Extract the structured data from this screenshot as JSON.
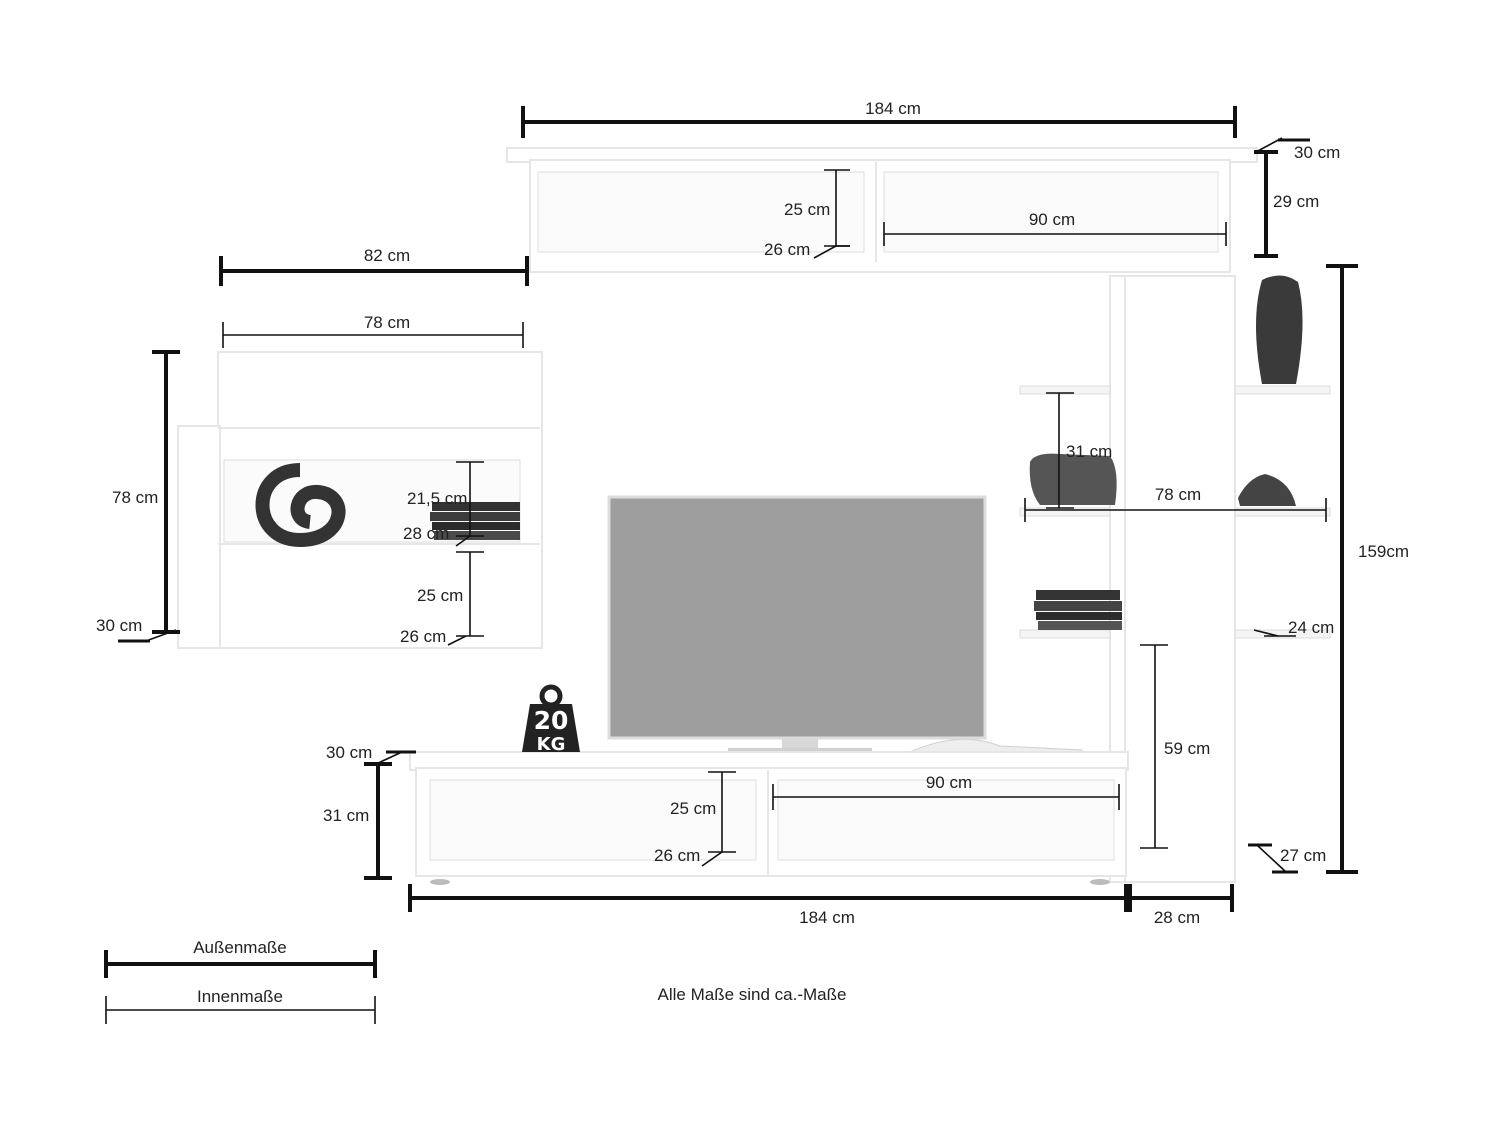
{
  "title": "",
  "note": "Alle Maße sind ca.-Maße",
  "legend": {
    "outer": "Außenmaße",
    "inner": "Innenmaße"
  },
  "load_badge": {
    "value": "20",
    "unit": "KG"
  },
  "dimensions": {
    "top_width": "184 cm",
    "top_depth": "30 cm",
    "top_height": "29 cm",
    "top_inner_height": "25 cm",
    "top_inner_depth": "26 cm",
    "top_inner_width": "90 cm",
    "wall_width": "82 cm",
    "wall_inner_width": "78 cm",
    "wall_height": "78 cm",
    "wall_depth": "30 cm",
    "wall_shelf_height": "21,5 cm",
    "wall_shelf_depth": "28 cm",
    "wall_lower_height": "25 cm",
    "wall_lower_depth": "26 cm",
    "shelf_spacing": "31 cm",
    "shelf_width": "78 cm",
    "shelf_depth": "24 cm",
    "total_height": "159cm",
    "side_inner_height": "59 cm",
    "side_depth": "27 cm",
    "low_depth": "30 cm",
    "low_height": "31 cm",
    "low_inner_height": "25 cm",
    "low_inner_depth": "26 cm",
    "low_inner_width": "90 cm",
    "low_width": "184 cm",
    "side_width": "28 cm"
  }
}
